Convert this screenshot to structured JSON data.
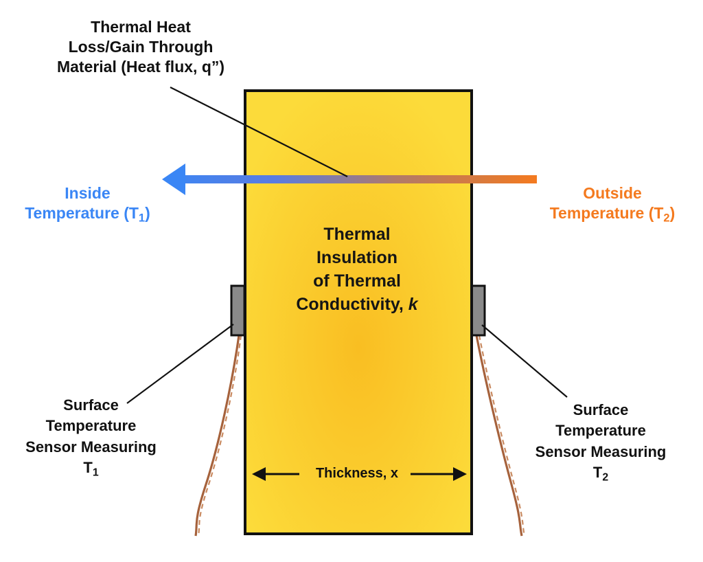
{
  "flux_label": {
    "line1": "Thermal Heat",
    "line2": "Loss/Gain Through",
    "line3": "Material (Heat flux, q”)"
  },
  "inside_label": {
    "line1": "Inside",
    "line2": "Temperature (T",
    "sub": "1",
    "close": ")"
  },
  "outside_label": {
    "line1": "Outside",
    "line2": "Temperature (T",
    "sub": "2",
    "close": ")"
  },
  "insulation_label": {
    "line1": "Thermal",
    "line2": "Insulation",
    "line3": "of Thermal",
    "line4": "Conductivity, ",
    "k": "k"
  },
  "sensor1_label": {
    "line1": "Surface",
    "line2": "Temperature",
    "line3": "Sensor Measuring",
    "line4_main": "T",
    "line4_sub": "1"
  },
  "sensor2_label": {
    "line1": "Surface",
    "line2": "Temperature",
    "line3": "Sensor Measuring",
    "line4_main": "T",
    "line4_sub": "2"
  },
  "thickness_label": "Thickness, x",
  "colors": {
    "insulation_fill_center": "#F9BE22",
    "insulation_fill_edge": "#FCDB3A",
    "outline": "#111111",
    "inside_blue": "#3A86F5",
    "outside_orange": "#F47A1F",
    "sensor_gray": "#8A8A8A",
    "wire_copper": "#B8734A"
  }
}
